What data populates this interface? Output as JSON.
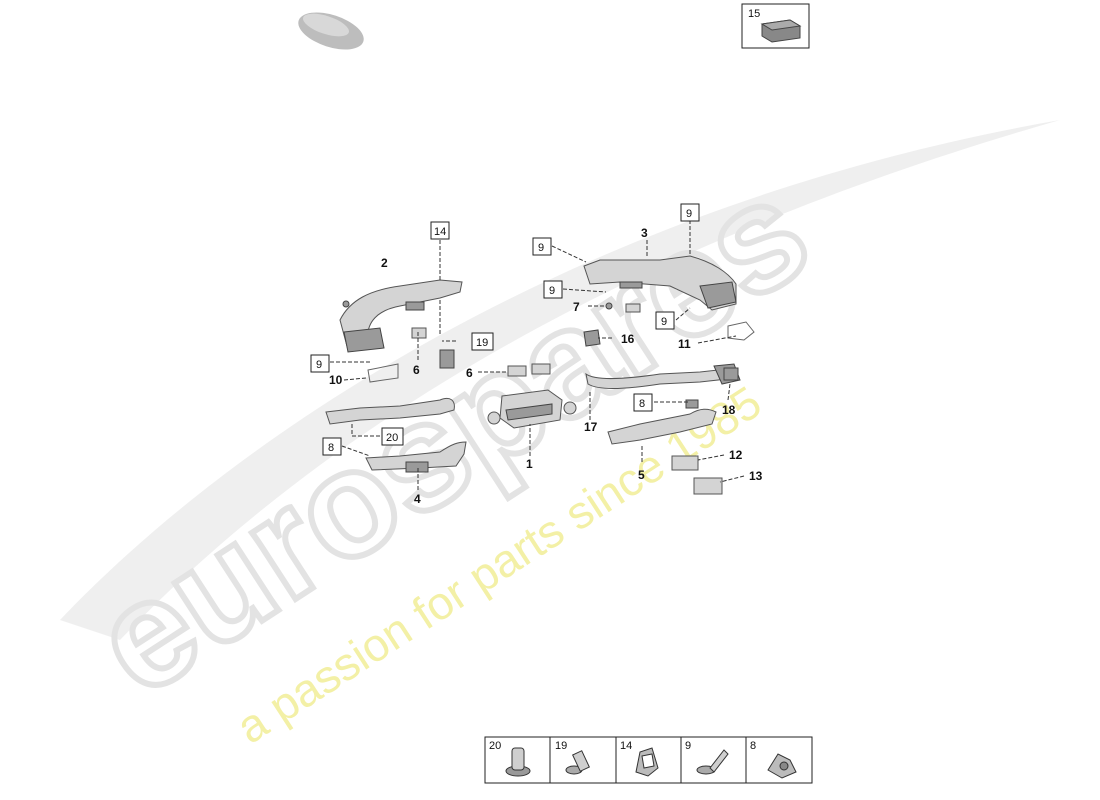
{
  "watermark": {
    "brand": "eurospares",
    "tagline": "a passion for parts since 1985"
  },
  "callouts": {
    "c1": "1",
    "c2": "2",
    "c3": "3",
    "c4": "4",
    "c5": "5",
    "c6a": "6",
    "c6b": "6",
    "c7": "7",
    "c10": "10",
    "c11": "11",
    "c12": "12",
    "c13": "13",
    "c16": "16",
    "c17": "17",
    "c18": "18"
  },
  "boxed_refs": {
    "b14": "14",
    "b19": "19",
    "b20": "20",
    "b15": "15",
    "b9a": "9",
    "b9b": "9",
    "b9c": "9",
    "b9d": "9",
    "b9e": "9",
    "b8a": "8",
    "b8b": "8"
  },
  "hardware_legend": [
    {
      "ref": "20",
      "icon": "push-rivet-icon"
    },
    {
      "ref": "19",
      "icon": "screw-icon"
    },
    {
      "ref": "14",
      "icon": "clip-icon"
    },
    {
      "ref": "9",
      "icon": "flat-head-screw-icon"
    },
    {
      "ref": "8",
      "icon": "expanding-fastener-icon"
    }
  ],
  "colors": {
    "watermark_gray": "#e6e6e6",
    "watermark_yellow": "#f3f0a6",
    "part_fill": "#d4d4d4"
  }
}
